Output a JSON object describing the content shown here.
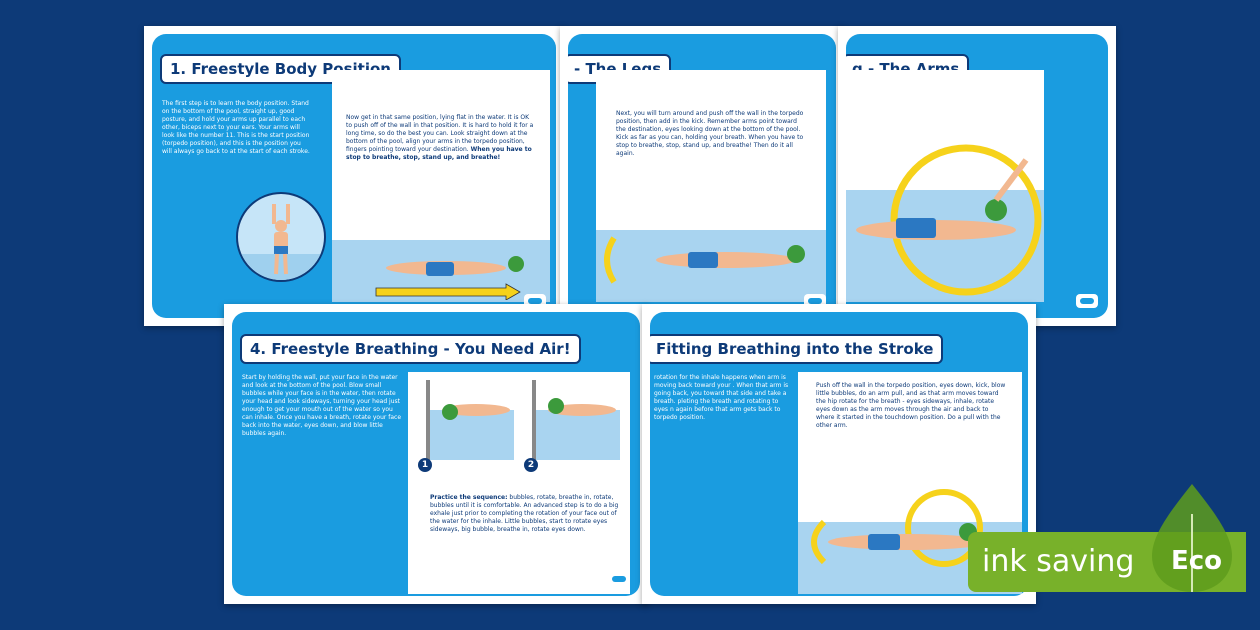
{
  "cards": {
    "c1": {
      "title": "1. Freestyle Body Position",
      "left_text": "The first step is to learn the body position. Stand on the bottom of the pool, straight up, good posture, and hold your arms up parallel to each other, biceps next to your ears. Your arms will look like the number 11. This is the start position (torpedo position), and this is the position you will always go back to at the start of each stroke.",
      "right_text": "Now get in that same position, lying flat in the water. It is OK to push off of the wall in that position. It is hard to hold it for a long time, so do the best you can. Look straight down at the bottom of the pool, align your arms in the torpedo position, fingers pointing toward your destination.",
      "right_bold": "When you have to stop to breathe, stop, stand up, and breathe!"
    },
    "c2": {
      "title": "- The Legs",
      "text": "Next, you will turn around and push off the wall in the torpedo position, then add in the kick. Remember arms point toward the destination, eyes looking down at the bottom of the pool. Kick as far as you can, holding your breath. When you have to stop to breathe, stop, stand up, and breathe! Then do it all again."
    },
    "c3": {
      "title": "g - The Arms"
    },
    "c4": {
      "title": "4. Freestyle Breathing - You Need Air!",
      "left_text": "Start by holding the wall, put your face in the water and look at the bottom of the pool. Blow small bubbles while your face is in the water, then rotate your head and look sideways, turning your head just enough to get your mouth out of the water so you can inhale. Once you have a breath, rotate your face back into the water, eyes down, and blow little bubbles again.",
      "step1": "1",
      "step2": "2",
      "seq_bold": "Practice the sequence:",
      "seq_text": "bubbles, rotate, breathe in, rotate, bubbles until it is comfortable. An advanced step is to do a big exhale just prior to completing the rotation of your face out of the water for the inhale. Little bubbles, start to rotate eyes sideways, big bubble, breathe in, rotate eyes down."
    },
    "c5": {
      "title": "Fitting Breathing into the Stroke",
      "left_text": "rotation for the inhale happens when arm is moving back toward your . When that arm is going back, you toward that side and take a breath. pleting the breath and rotating to eyes n again before that arm gets back to torpedo position.",
      "right_text": "Push off the wall in the torpedo position, eyes down, kick, blow little bubbles, do an arm pull, and as that arm moves toward the hip rotate for the breath - eyes sideways, inhale, rotate eyes down as the arm moves through the air and back to where it started in the touchdown position. Do a pull with the other arm."
    }
  },
  "eco": {
    "label": "ink saving",
    "word": "Eco"
  },
  "colors": {
    "background": "#0d3a78",
    "card_blue": "#1a9ce0",
    "eco_green": "#78b12a",
    "arrow_yellow": "#f6d21b"
  }
}
